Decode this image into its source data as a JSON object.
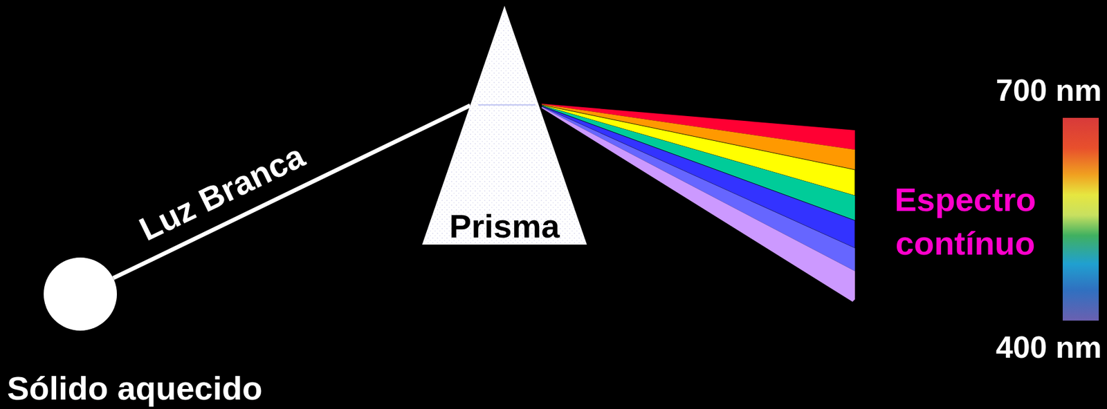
{
  "diagram": {
    "nodes": [
      {
        "text": [
          "Sólido aquecido"
        ]
      },
      {
        "text": [
          "Prisma"
        ]
      }
    ],
    "edges": [
      {
        "from": 0,
        "to": 1,
        "label": "Luz Branca",
        "arrow": "none"
      }
    ],
    "labels": [
      "Espectro contínuo",
      "700 nm",
      "400 nm"
    ]
  }
}
